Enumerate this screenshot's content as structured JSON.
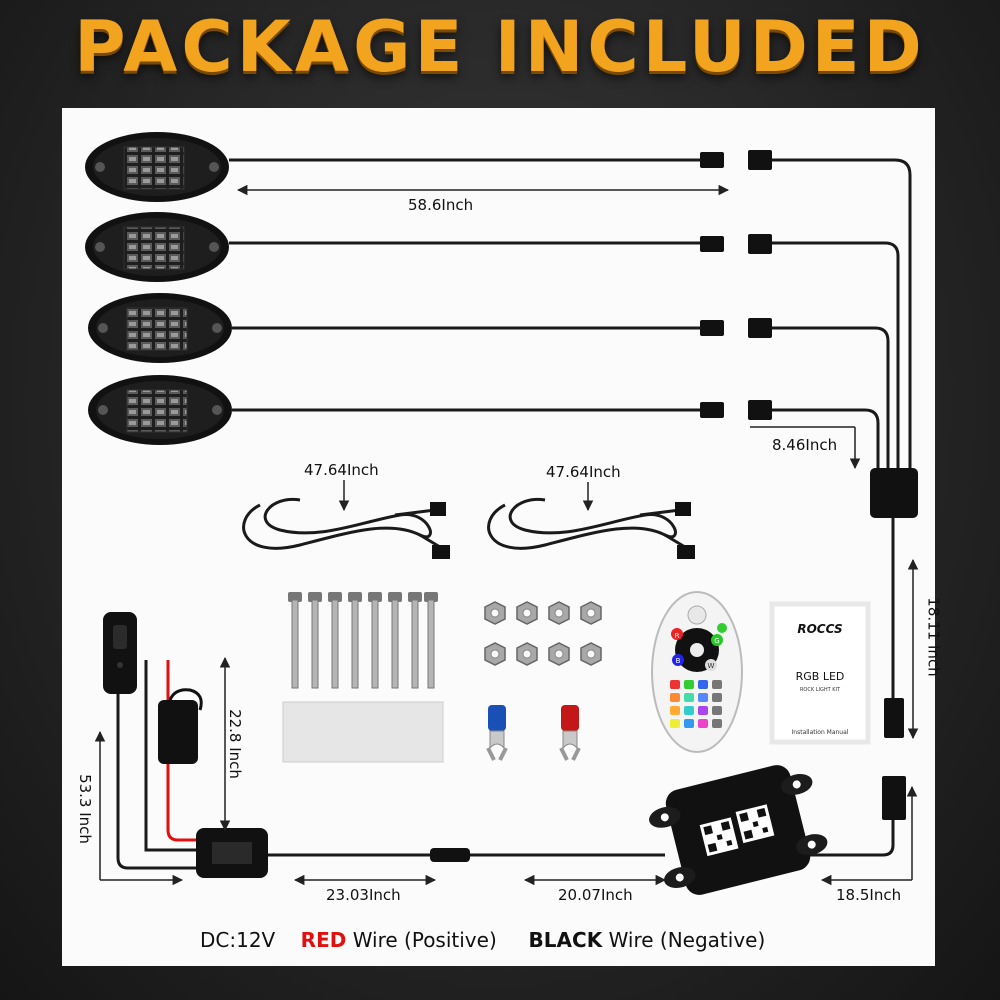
{
  "title": "PACKAGE INCLUDED",
  "dimensions": {
    "pod_cable": "58.6Inch",
    "splitter_branch": "8.46Inch",
    "extension_1": "47.64Inch",
    "extension_2": "47.64Inch",
    "splitter_main": "18.11 Inch",
    "fuse_lead": "22.8 Inch",
    "switch_lead": "53.3 Inch",
    "power_to_box": "23.03Inch",
    "box_input": "20.07Inch",
    "box_output": "18.5Inch"
  },
  "manual": {
    "brand": "ROCCS",
    "product": "RGB LED",
    "subtitle": "ROCK LIGHT KIT",
    "footer": "Installation Manual"
  },
  "remote_buttons": [
    "R",
    "G",
    "B",
    "W"
  ],
  "legend": {
    "voltage": "DC:12V",
    "red_word": "RED",
    "red_rest": "Wire (Positive)",
    "black_word": "BLACK",
    "black_rest": "Wire (Negative)"
  },
  "colors": {
    "title": "#f2a41e",
    "red_wire": "#e01010",
    "cable": "#1a1a1a"
  }
}
